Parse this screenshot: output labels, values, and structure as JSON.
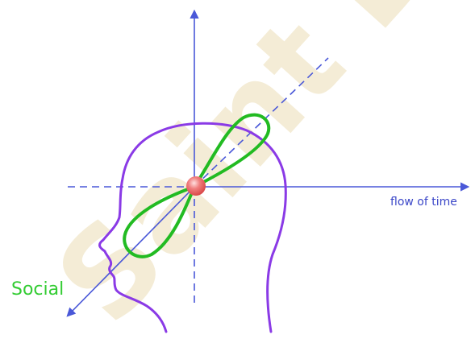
{
  "labels": {
    "time_axis": "flow of time",
    "social_axis": "Social"
  },
  "watermark": {
    "text": "Saint Dooh",
    "color": "#f3ead2"
  },
  "colors": {
    "axis": "#4a58d8",
    "head": "#8a3ae6",
    "lobe": "#22bb22",
    "social_label": "#33cc33",
    "center_dot": "#f06b6b"
  }
}
